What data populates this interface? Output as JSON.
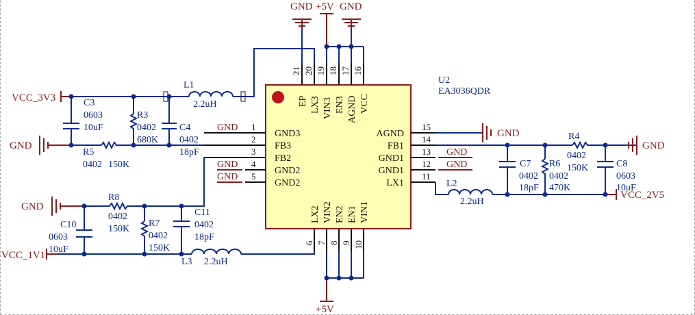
{
  "chip": {
    "ref": "U2",
    "part": "EA3036QDR",
    "top_pins": [
      {
        "num": "21",
        "name": "EP"
      },
      {
        "num": "20",
        "name": "LX3"
      },
      {
        "num": "19",
        "name": "VIN3"
      },
      {
        "num": "18",
        "name": "EN3"
      },
      {
        "num": "17",
        "name": "AGND"
      },
      {
        "num": "16",
        "name": "VCC"
      }
    ],
    "left_pins": [
      {
        "num": "1",
        "name": "GND3"
      },
      {
        "num": "2",
        "name": "FB3"
      },
      {
        "num": "3",
        "name": "FB2"
      },
      {
        "num": "4",
        "name": "GND2"
      },
      {
        "num": "5",
        "name": "GND2"
      }
    ],
    "right_pins": [
      {
        "num": "15",
        "name": "AGND"
      },
      {
        "num": "14",
        "name": "FB1"
      },
      {
        "num": "13",
        "name": "GND1"
      },
      {
        "num": "12",
        "name": "GND1"
      },
      {
        "num": "11",
        "name": "LX1"
      }
    ],
    "bottom_pins": [
      {
        "num": "6",
        "name": "LX2"
      },
      {
        "num": "7",
        "name": "VIN2"
      },
      {
        "num": "8",
        "name": "EN2"
      },
      {
        "num": "9",
        "name": "EN1"
      },
      {
        "num": "10",
        "name": "VIN1"
      }
    ]
  },
  "power": {
    "gnd": "GND",
    "p5v": "+5V",
    "vcc_3v3": "VCC_3V3",
    "vcc_1v1": "VCC_1V1",
    "vcc_2v5": "VCC_2V5"
  },
  "parts": {
    "C3": {
      "ref": "C3",
      "pkg": "0603",
      "val": "10uF"
    },
    "R3": {
      "ref": "R3",
      "pkg": "0402",
      "val": "680K"
    },
    "C4": {
      "ref": "C4",
      "pkg": "0402",
      "val": "18pF"
    },
    "R5": {
      "ref": "R5",
      "pkg": "0402",
      "val": "150K"
    },
    "L1": {
      "ref": "L1",
      "val": "2.2uH"
    },
    "R8": {
      "ref": "R8",
      "pkg": "0402",
      "val": "150K"
    },
    "R7": {
      "ref": "R7",
      "pkg": "0402",
      "val": "150K"
    },
    "C11": {
      "ref": "C11",
      "pkg": "0402",
      "val": "18pF"
    },
    "C10": {
      "ref": "C10",
      "pkg": "0603",
      "val": "10uF"
    },
    "L3": {
      "ref": "L3",
      "val": "2.2uH"
    },
    "L2": {
      "ref": "L2",
      "val": "2.2uH"
    },
    "C7": {
      "ref": "C7",
      "pkg": "0402",
      "val": "18pF"
    },
    "R6": {
      "ref": "R6",
      "pkg": "0402",
      "val": "470K"
    },
    "R4": {
      "ref": "R4",
      "pkg": "0402",
      "val": "150K"
    },
    "C8": {
      "ref": "C8",
      "pkg": "0603",
      "val": "10uF"
    }
  },
  "colors": {
    "wire": "#0b2a8f",
    "power": "#8b1a1a",
    "chip_fill": "#ffffb4",
    "chip_border": "#8b1a1a",
    "pin1_dot": "#c0141c"
  }
}
